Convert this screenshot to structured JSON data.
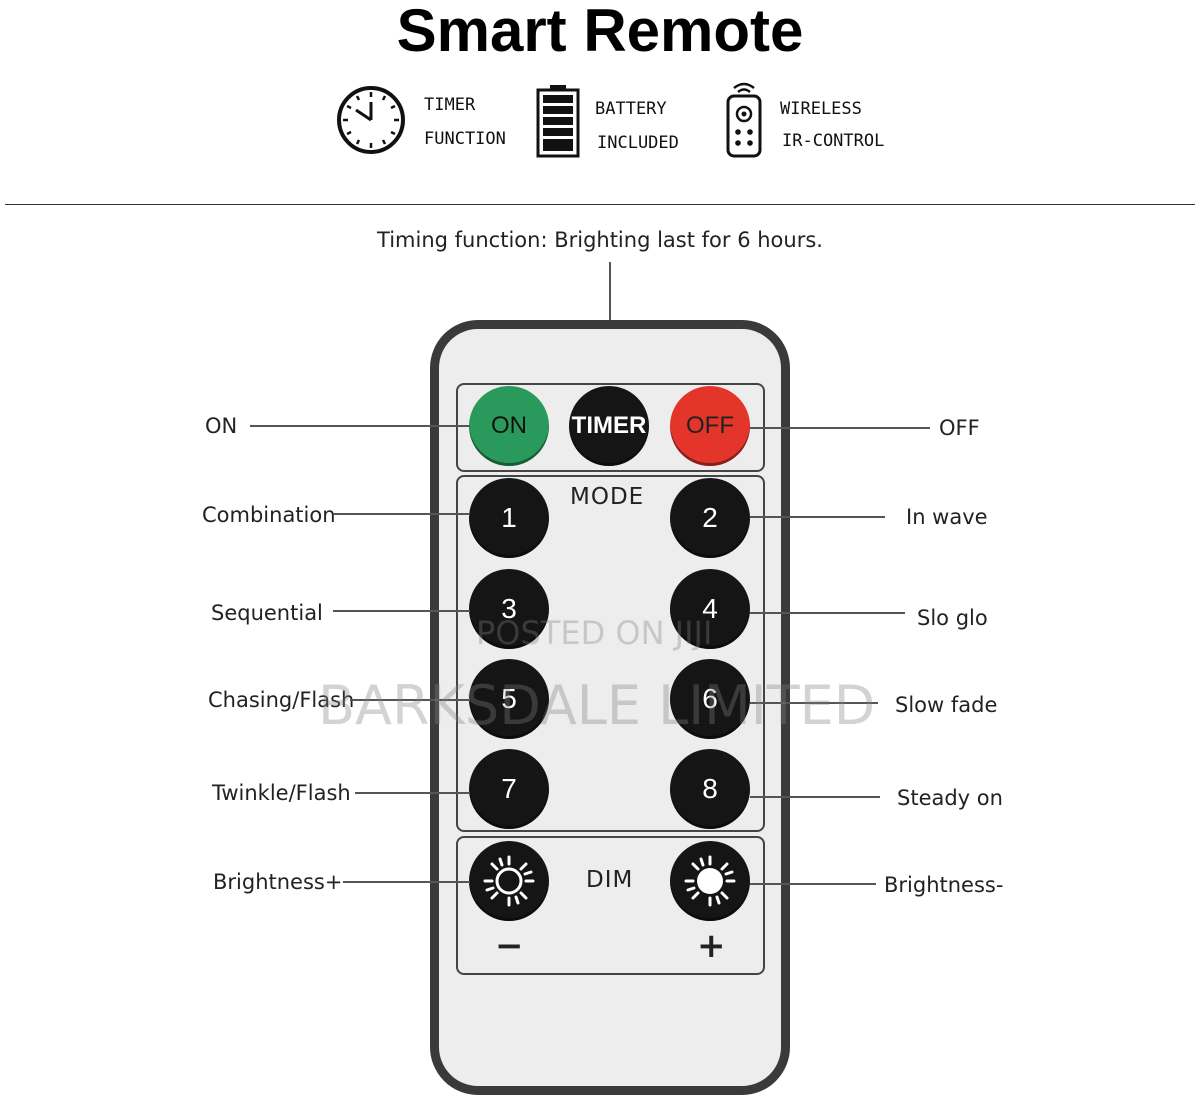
{
  "title": "Smart Remote",
  "features": [
    {
      "icon": "clock-icon",
      "line1": "TIMER",
      "line2": "FUNCTION"
    },
    {
      "icon": "battery-icon",
      "line1": "BATTERY",
      "line2": "INCLUDED"
    },
    {
      "icon": "remote-control-icon",
      "line1": "WIRELESS",
      "line2": "IR-CONTROL"
    }
  ],
  "timing_caption": "Timing function: Brighting last for 6 hours.",
  "remote": {
    "top_row": {
      "on": "ON",
      "timer": "TIMER",
      "off": "OFF"
    },
    "mode_title": "MODE",
    "mode_buttons": [
      "1",
      "2",
      "3",
      "4",
      "5",
      "6",
      "7",
      "8"
    ],
    "dim_title": "DIM",
    "dim_minus": "−",
    "dim_plus": "+"
  },
  "labels": {
    "on": "ON",
    "off": "OFF",
    "b1": "Combination",
    "b2": "In wave",
    "b3": "Sequential",
    "b4": "Slo glo",
    "b5": "Chasing/Flash",
    "b6": "Slow fade",
    "b7": "Twinkle/Flash",
    "b8": "Steady on",
    "bright_plus": "Brightness+",
    "bright_minus": "Brightness-"
  },
  "watermark": {
    "line1": "POSTED ON JIJI",
    "line2": "BARKSDALE LIMITED"
  },
  "colors": {
    "on": "#2a9a5c",
    "off": "#e3352a",
    "button": "#151515",
    "remote_body": "#ededed",
    "remote_border": "#3a3a3a"
  }
}
